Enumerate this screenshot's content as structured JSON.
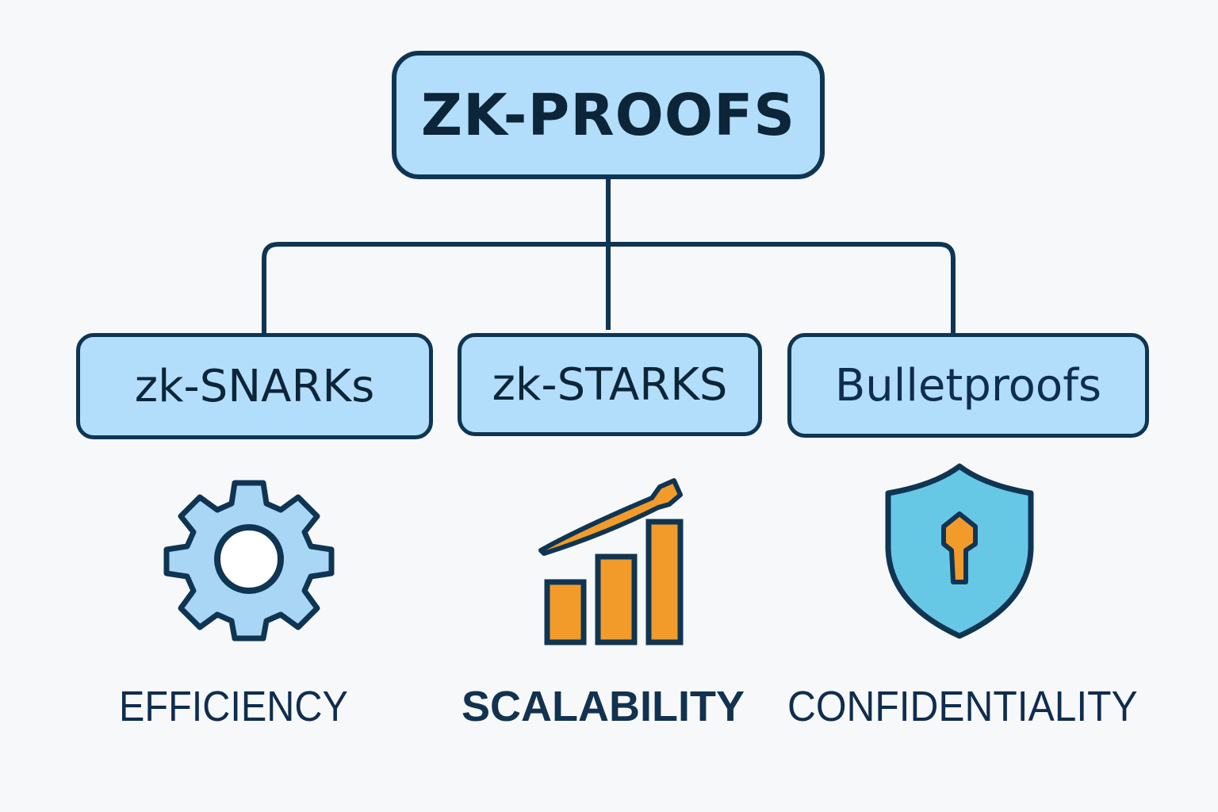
{
  "diagram": {
    "root": {
      "label": "ZK-PROOFS"
    },
    "children": [
      {
        "label": "zk-SNARKs",
        "icon": "gear-icon",
        "attribute": "EFFICIENCY"
      },
      {
        "label": "zk-STARKS",
        "icon": "growth-chart-icon",
        "attribute": "SCALABILITY"
      },
      {
        "label": "Bulletproofs",
        "icon": "shield-keyhole-icon",
        "attribute": "CONFIDENTIALITY"
      }
    ],
    "colors": {
      "node_fill": "#b3defb",
      "outline": "#0f3553",
      "text": "#0c2538",
      "accent_orange": "#f29b2a",
      "shield_fill": "#67c8e6",
      "gear_fill": "#a9d6f5"
    }
  }
}
